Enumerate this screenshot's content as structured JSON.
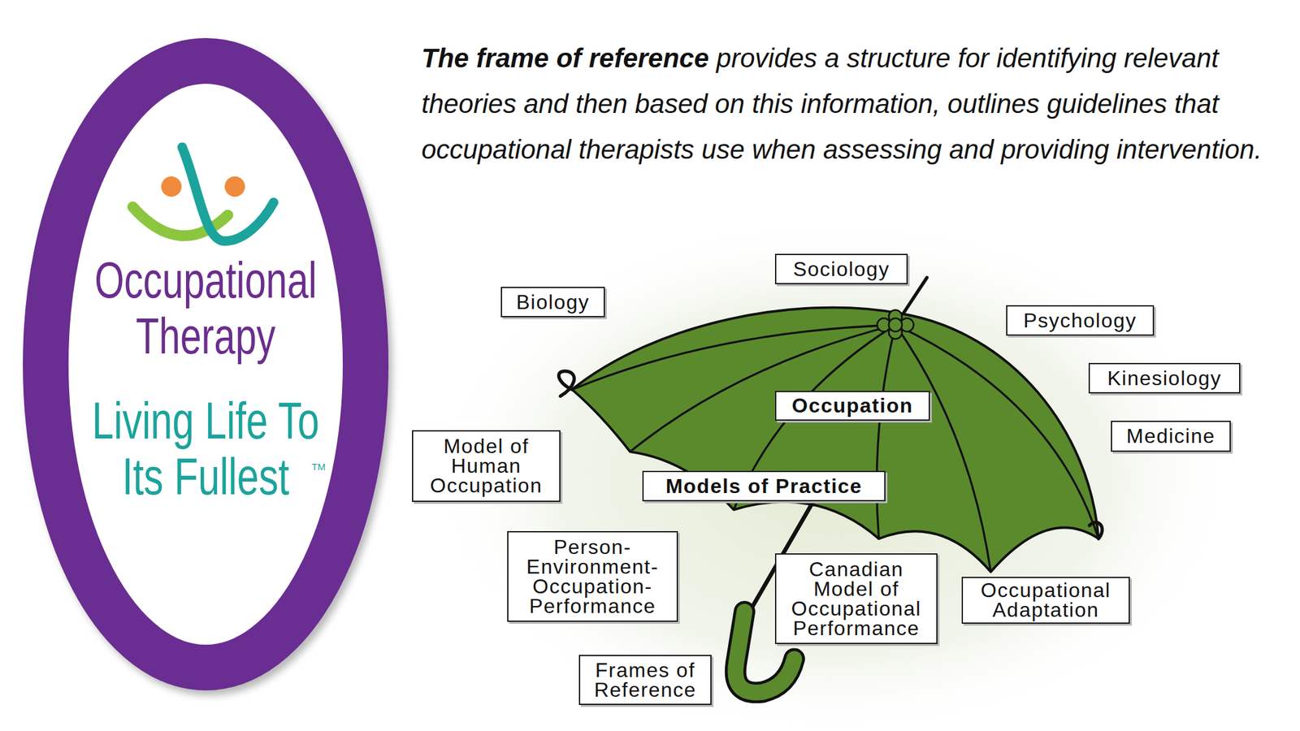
{
  "diagram": {
    "title": "The frame of reference",
    "caption": "provides a structure for identifying relevant theories and then based on this information, outlines guidelines that occupational therapists use when assessing and providing intervention.",
    "nodes": [
      {
        "text": [
          "Occupational Therapy",
          "Living Life To Its Fullest"
        ]
      },
      {
        "text": [
          "Sociology"
        ]
      },
      {
        "text": [
          "Biology"
        ]
      },
      {
        "text": [
          "Psychology"
        ]
      },
      {
        "text": [
          "Kinesiology"
        ]
      },
      {
        "text": [
          "Occupation"
        ]
      },
      {
        "text": [
          "Medicine"
        ]
      },
      {
        "text": [
          "Model of Human Occupation"
        ]
      },
      {
        "text": [
          "Models of Practice"
        ]
      },
      {
        "text": [
          "Person- Environment- Occupation- Performance"
        ]
      },
      {
        "text": [
          "Canadian Model of Occupational Performance"
        ]
      },
      {
        "text": [
          "Occupational Adaptation"
        ]
      },
      {
        "text": [
          "Frames of Reference"
        ]
      }
    ],
    "labels": [
      "TM"
    ]
  }
}
